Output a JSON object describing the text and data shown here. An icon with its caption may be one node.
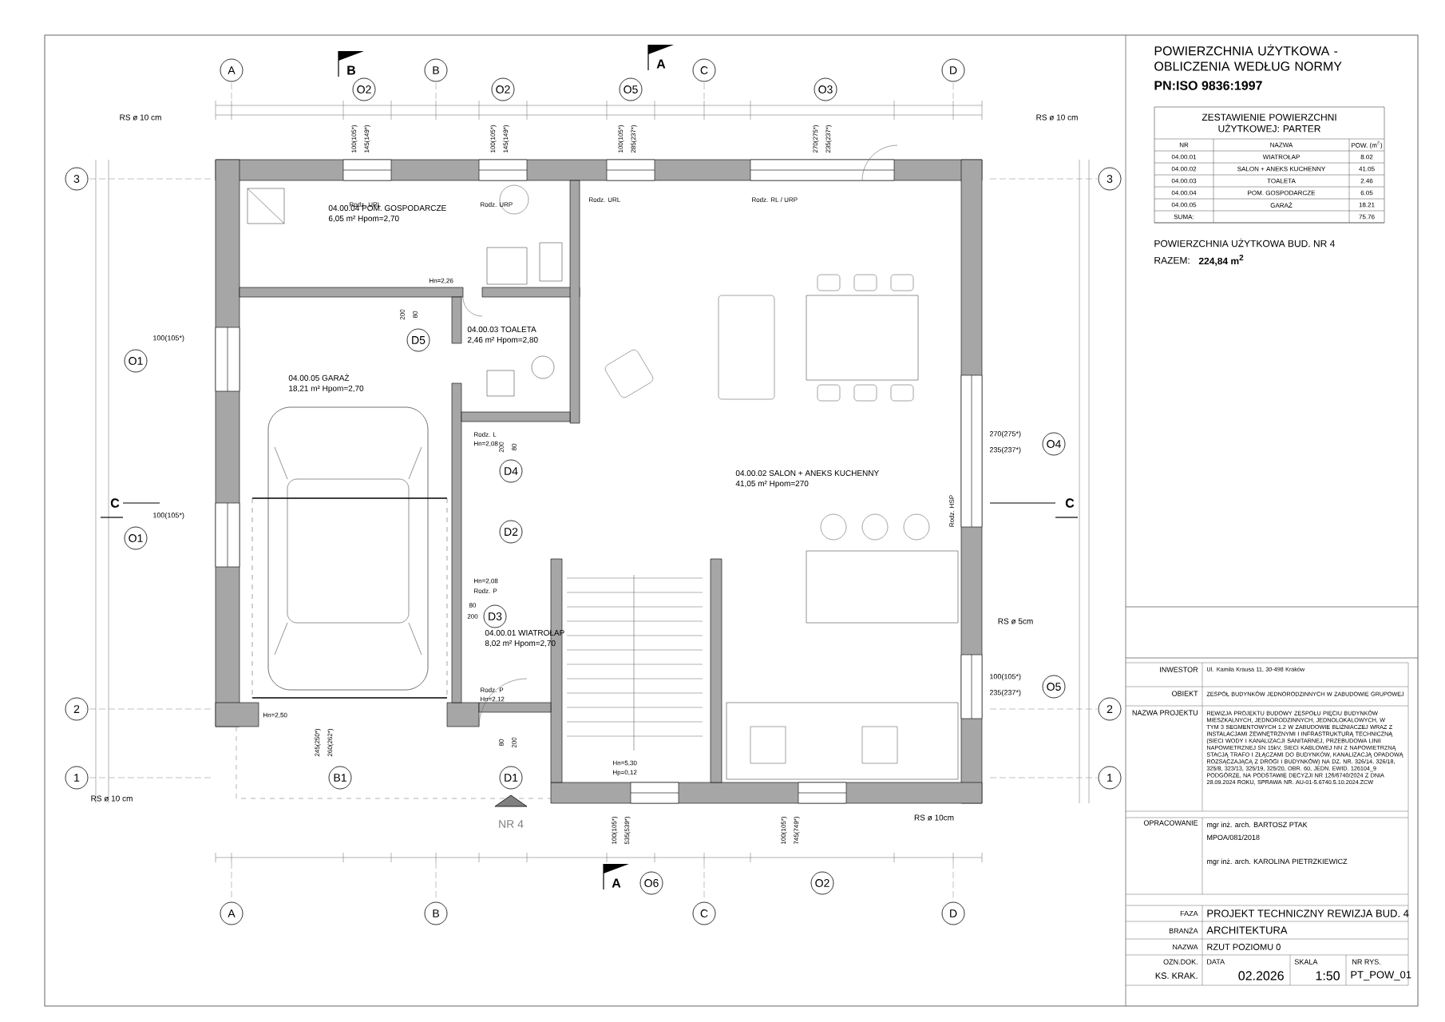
{
  "diagram": {
    "nodes": [
      {
        "text": [
          "04.00.04 POM. GOSPODARCZE",
          "6,05 m² Hpom=2,70"
        ]
      },
      {
        "text": [
          "04.00.03 TOALETA",
          "2,46 m² Hpom=2,80"
        ]
      },
      {
        "text": [
          "04.00.05 GARAŻ",
          "18,21 m² Hpom=2,70"
        ]
      },
      {
        "text": [
          "04.00.02 SALON + ANEKS KUCHENNY",
          "41,05 m² Hpom=270"
        ]
      },
      {
        "text": [
          "04.00.01 WIATROŁAP",
          "8,02 m² Hpom=2,70"
        ]
      }
    ],
    "labels": [
      "POWIERZCHNIA UŻYTKOWA - OBLICZENIA WEDŁUG NORMY",
      "PN:ISO 9836:1997",
      "ZESTAWIENIE POWIERZCHNI UŻYTKOWEJ: PARTER",
      "NR",
      "NAZWA",
      "POW. (m$^{2}$)",
      "04.00.01",
      "WIATROŁAP",
      "8.02",
      "04.00.02",
      "SALON + ANEKS KUCHENNY",
      "41.05",
      "04.00.03",
      "TOALETA",
      "2.46",
      "04.00.04",
      "POM. GOSPODARCZE",
      "6.05",
      "04.00.05",
      "GARAŻ",
      "18.21",
      "SUMA:",
      "75.76",
      "POWIERZCHNIA UŻYTKOWA BUD. NR 4",
      "RAZEM:",
      "224,84 m$^{2}$",
      "INWESTOR",
      "Ul. Kamila Krausa 11, 30-498 Kraków",
      "OBIEKT",
      "ZESPÓŁ BUDYNKÓW JEDNORODZINNYCH W ZABUDOWIE GRUPOWEJ",
      "NAZWA PROJEKTU",
      "REWIZJA PROJEKTU BUDOWY ZESPOŁU PIĘCIU BUDYNKÓW MIESZKALNYCH, JEDNORODZINNYCH, JEDNOLOKALOWYCH, W TYM 3 SEGMENTOWYCH 1.2 W ZABUDOWIE BLIŹNIACZEJ WRAZ Z INSTALACJAMI ZEWNĘTRZNYMI I INFRASTRUKTURĄ TECHNICZNĄ (SIECI WODY I KANALIZACJI SANITARNEJ, PRZEBUDOWA LINII NAPOWIETRZNEJ SN 15kV, SIECI KABLOWEJ NN Z NAPOWIETRZNĄ STACJĄ TRAFO I ZŁĄCZAMI DO BUDYNKÓW, KANALIZACJĄ OPADOWĄ ROZSĄCZAJĄCĄ Z DROGI I BUDYNKÓW) NA DZ. NR. 326/14, 326/18, 325/8, 323/13, 325/19, 325/20, OBR. 60, JEDN. EWID. 126104_9 PODGÓRZE, NA PODSTAWIE DECYZJI NR 126/6740/2024 Z DNIA 28.09.2024 ROKU, SPRAWA NR. AU-01-5.6740.5.10.2024.ZCW",
      "OPRACOWANIE",
      "mgr inż. arch. BARTOSZ PTAK",
      "MPOA/081/2018",
      "mgr inż. arch. KAROLINA PIETRZKIEWICZ",
      "FAZA",
      "PROJEKT TECHNICZNY REWIZJA BUD. 4",
      "BRANŻA",
      "ARCHITEKTURA",
      "NAZWA",
      "RZUT POZIOMU 0",
      "OZN.DOK.",
      "DATA",
      "SKALA",
      "NR RYS.",
      "KS. KRAK.",
      "02.2026",
      "1:50",
      "PT_POW_01",
      "A",
      "B",
      "C",
      "D",
      "A",
      "B",
      "C",
      "D",
      "3",
      "3",
      "2",
      "2",
      "1",
      "1",
      "B",
      "A",
      "A",
      "C",
      "C",
      "O2",
      "O2",
      "O5",
      "O3",
      "O1",
      "O1",
      "O4",
      "O5",
      "D5",
      "D4",
      "D2",
      "D3",
      "B1",
      "D1",
      "O6",
      "O2",
      "RS ø 10 cm",
      "RS ø 10 cm",
      "RS ø 5cm",
      "RS ø 10 cm",
      "RS ø 10cm",
      "NR 4",
      "100(105*)",
      "145(149*)",
      "100(105*)",
      "145(149*)",
      "100(105*)",
      "285(237*)",
      "270(275*)",
      "235(237*)",
      "270(275*)",
      "235(237*)",
      "100(105*)",
      "235(237*)",
      "245(250*)",
      "260(262*)",
      "100(105*)",
      "535(539*)",
      "100(105*)",
      "745(749*)",
      "100(105*)",
      "100(105*)",
      "Rodz. URL",
      "Rodz. URP",
      "Rodz. URL",
      "Rodz. RL / URP",
      "Hn=2,26",
      "Rodz. L",
      "Hn=2,08",
      "Hn=2,08",
      "Rodz. P",
      "Rodz. P",
      "Hn=2,12",
      "Hn=2,50",
      "Hn=5,30",
      "Hp=0,12",
      "Rodz. HSP",
      "200",
      "80",
      "200",
      "80",
      "80",
      "200",
      "80",
      "200"
    ]
  }
}
